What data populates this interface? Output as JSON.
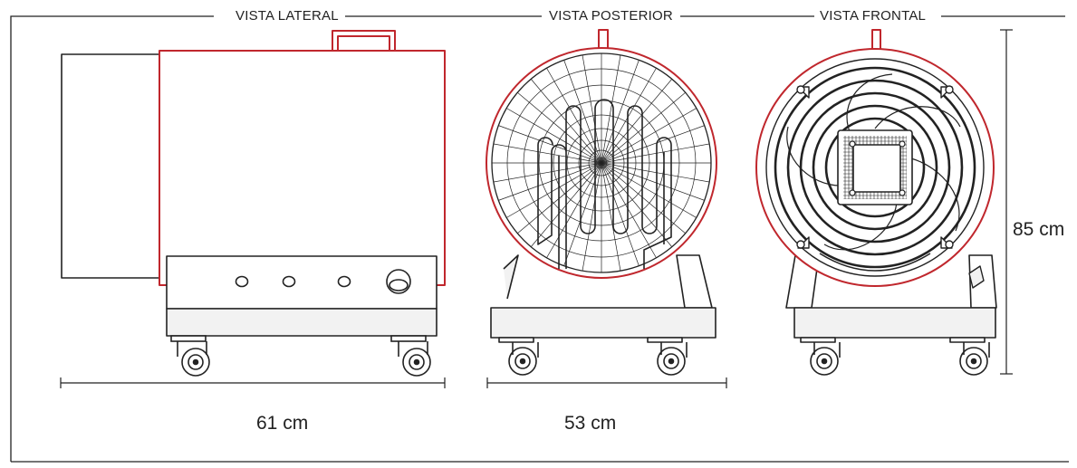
{
  "views": {
    "lateral": {
      "title": "VISTA LATERAL"
    },
    "posterior": {
      "title": "VISTA POSTERIOR"
    },
    "frontal": {
      "title": "VISTA FRONTAL"
    }
  },
  "dimensions": {
    "depth": "61 cm",
    "width": "53 cm",
    "height": "85 cm"
  },
  "colors": {
    "outline": "#222222",
    "accent": "#c0272d",
    "fill": "#f2f2f2"
  }
}
